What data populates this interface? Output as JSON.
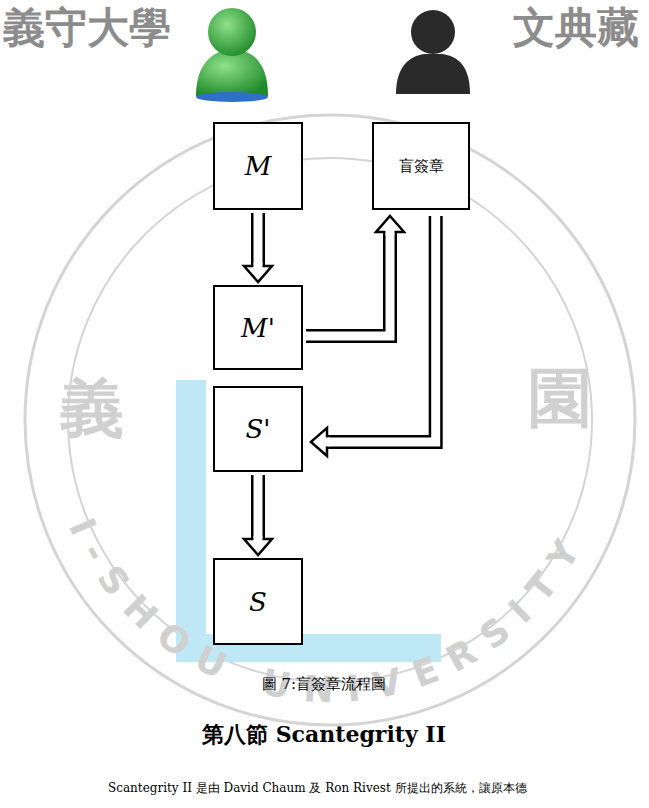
{
  "diagram": {
    "caption": "圖 7:盲簽章流程圖",
    "nodes": [
      {
        "text": [
          "M"
        ]
      },
      {
        "text": [
          "M'"
        ]
      },
      {
        "text": [
          "S'"
        ]
      },
      {
        "text": [
          "S"
        ]
      },
      {
        "text": [
          "盲簽章"
        ]
      }
    ],
    "edges": [
      {
        "from": 0,
        "to": 1,
        "arrow": "to"
      },
      {
        "from": 1,
        "to": 4,
        "arrow": "to"
      },
      {
        "from": 4,
        "to": 2,
        "arrow": "to"
      },
      {
        "from": 2,
        "to": 3,
        "arrow": "to"
      }
    ],
    "labels": [
      "義守大學",
      "文典藏",
      "義",
      "園",
      "I-SHOU UNIVERSITY",
      "第八節 Scantegrity II",
      "Scantegrity II 是由 David Chaum 及 Ron Rivest 所提出的系統，讓原本德"
    ]
  }
}
